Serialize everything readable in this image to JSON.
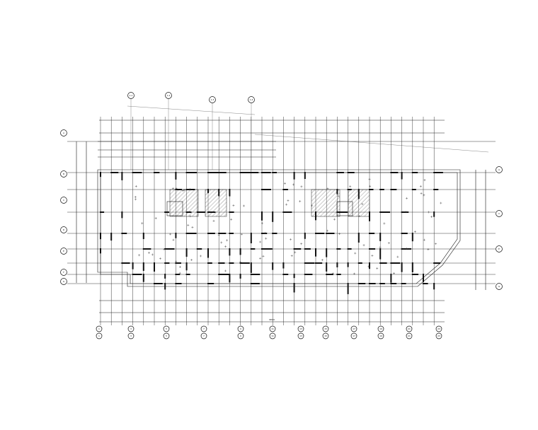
{
  "drawing": {
    "top_bubbles": [
      {
        "label": "1-1"
      },
      {
        "label": "1-2"
      },
      {
        "label": "1-3"
      },
      {
        "label": "1-4"
      }
    ],
    "bottom_bubbles": [
      {
        "label": "1"
      },
      {
        "label": "3"
      },
      {
        "label": "5"
      },
      {
        "label": "7"
      },
      {
        "label": "9"
      },
      {
        "label": "11"
      },
      {
        "label": "13"
      },
      {
        "label": "15"
      },
      {
        "label": "17"
      },
      {
        "label": "19"
      },
      {
        "label": "21"
      },
      {
        "label": "23"
      },
      {
        "label": "25"
      },
      {
        "label": "27"
      },
      {
        "label": "29"
      },
      {
        "label": "31"
      }
    ],
    "left_bubbles": [
      {
        "label": "A"
      },
      {
        "label": "B"
      },
      {
        "label": "C"
      },
      {
        "label": "D"
      },
      {
        "label": "E"
      },
      {
        "label": "F"
      },
      {
        "label": "G"
      }
    ],
    "right_bubbles": [
      {
        "label": "A"
      },
      {
        "label": "C"
      },
      {
        "label": "E"
      },
      {
        "label": "G"
      }
    ],
    "overall_dimension": "38800"
  }
}
